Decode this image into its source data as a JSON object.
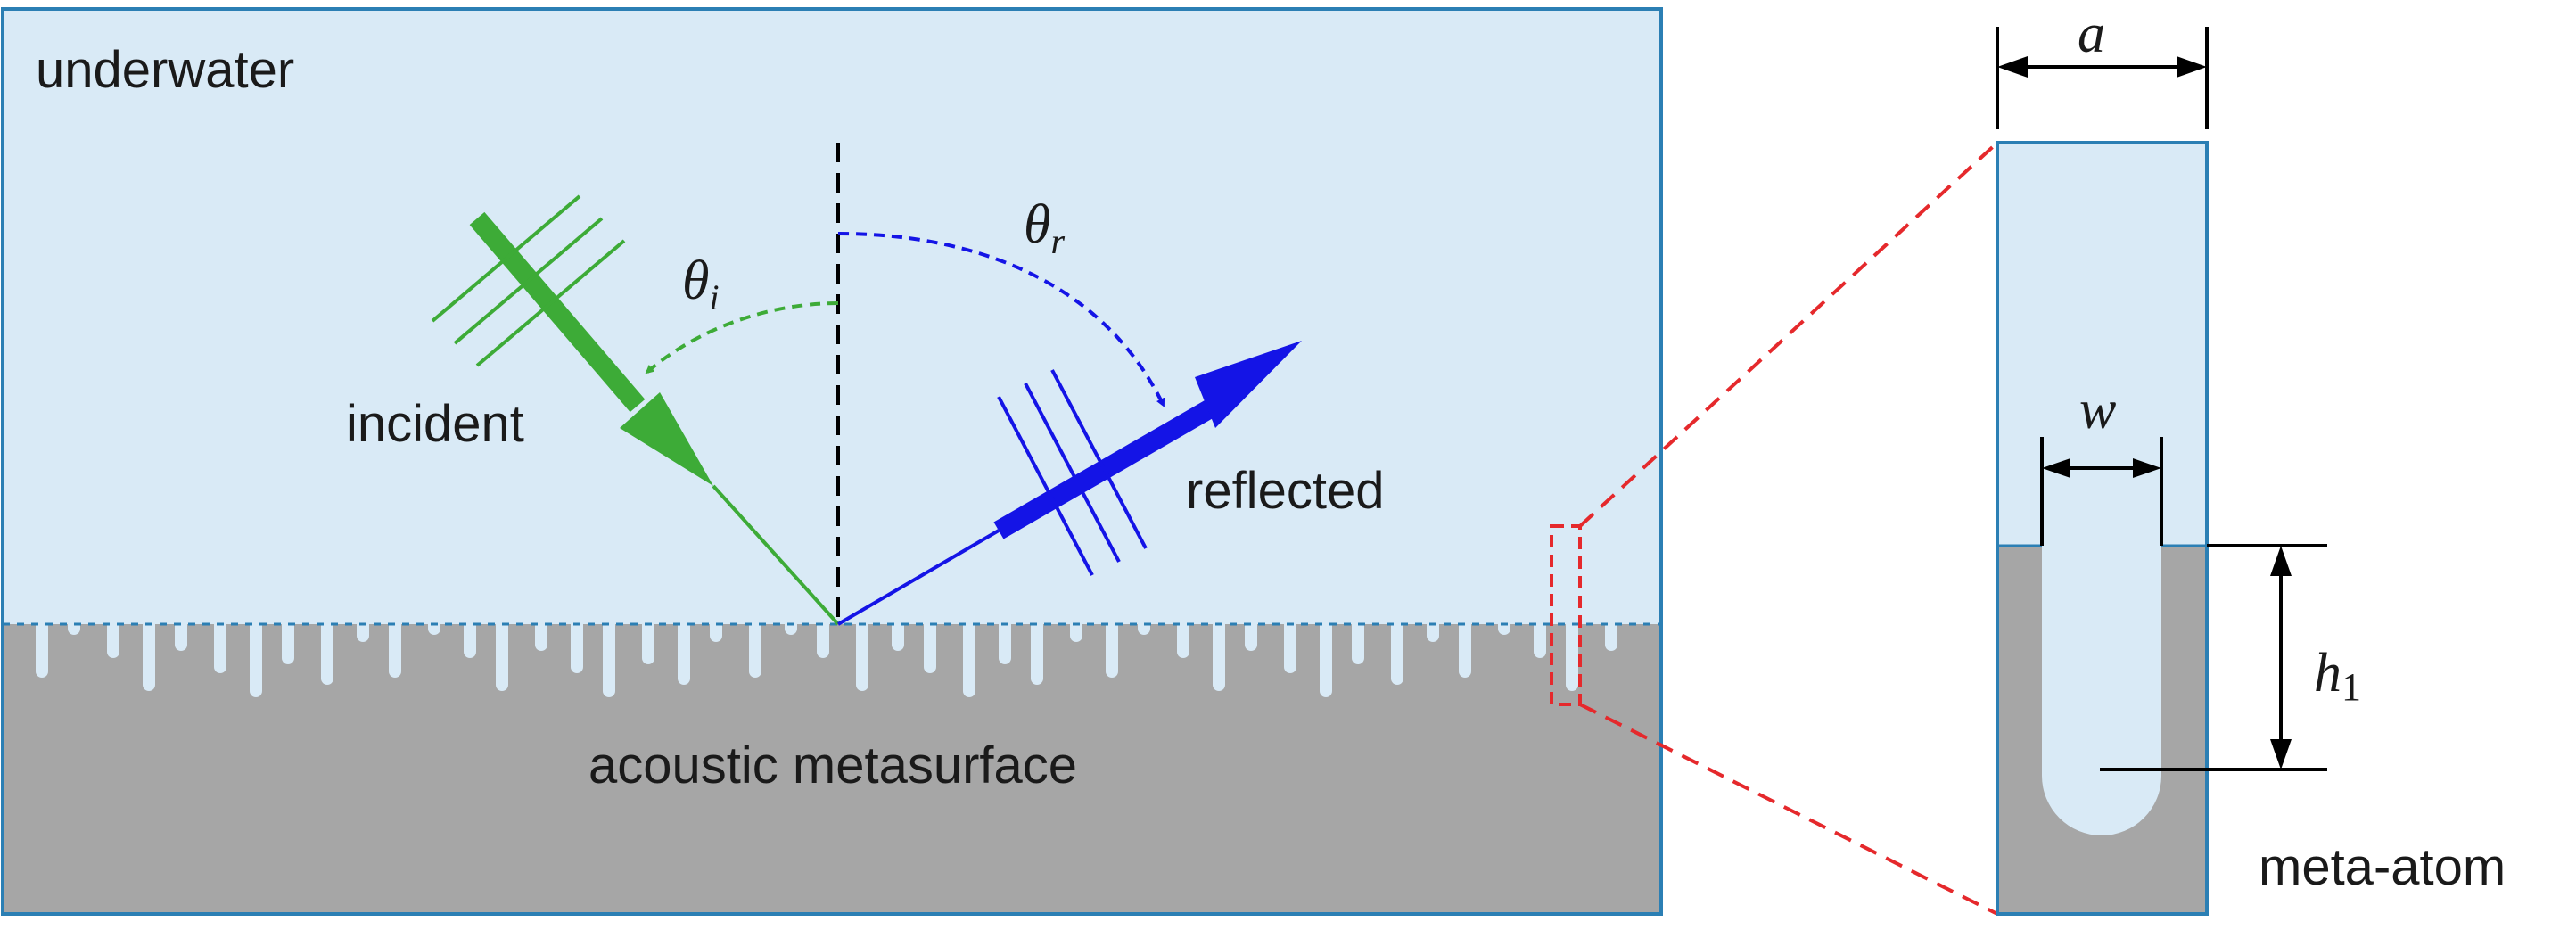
{
  "labels": {
    "underwater": "underwater",
    "incident": "incident",
    "reflected": "reflected",
    "metasurface": "acoustic metasurface",
    "meta_atom": "meta-atom"
  },
  "symbols": {
    "theta": "θ",
    "theta_i_sub": "i",
    "theta_r_sub": "r",
    "a": "a",
    "w": "w",
    "h": "h",
    "h_sub": "1"
  },
  "colors": {
    "water": "#d9eaf6",
    "solid": "#a6a6a6",
    "incident": "#3dab37",
    "reflected": "#1414e6",
    "outline": "#2b7fb4",
    "zoom": "#e5292c",
    "normal": "#000000"
  },
  "icons": {
    "incident_arrow": "arrow-icon",
    "reflected_arrow": "arrow-icon"
  }
}
